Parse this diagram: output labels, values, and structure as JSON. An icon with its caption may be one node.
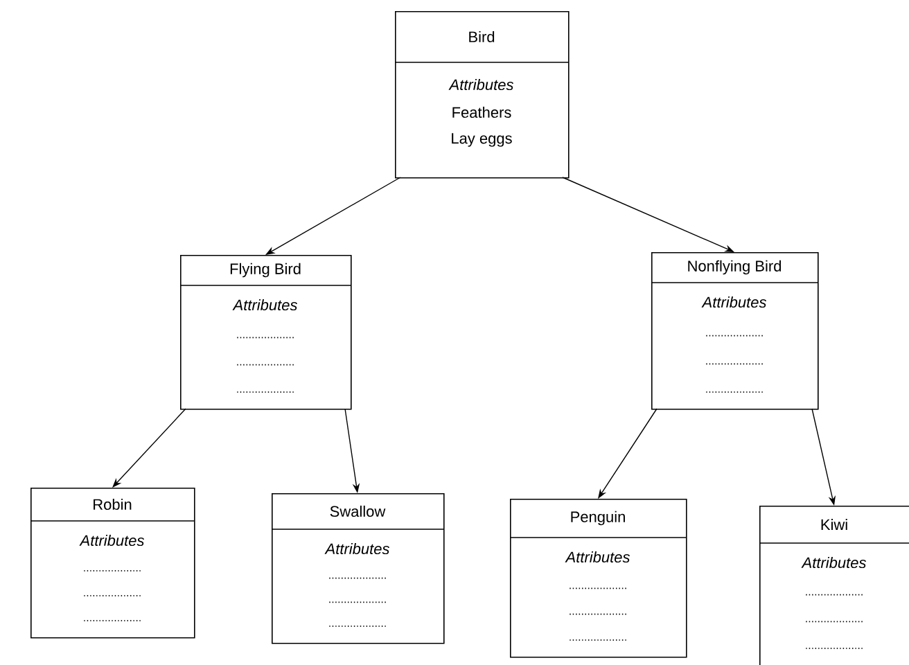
{
  "diagram": {
    "nodes": [
      {
        "text": [
          "Bird",
          "Attributes",
          "Feathers",
          "Lay eggs"
        ]
      },
      {
        "text": [
          "Flying Bird",
          "Attributes",
          "...................",
          "...................",
          "..................."
        ]
      },
      {
        "text": [
          "Nonflying Bird",
          "Attributes",
          "...................",
          "...................",
          "..................."
        ]
      },
      {
        "text": [
          "Robin",
          "Attributes",
          "...................",
          "...................",
          "..................."
        ]
      },
      {
        "text": [
          "Swallow",
          "Attributes",
          "...................",
          "...................",
          "..................."
        ]
      },
      {
        "text": [
          "Penguin",
          "Attributes",
          "...................",
          "...................",
          "..................."
        ]
      },
      {
        "text": [
          "Kiwi",
          "Attributes",
          "...................",
          "...................",
          "..................."
        ]
      }
    ],
    "edges": [
      {
        "from": 0,
        "to": 1,
        "arrow": "to"
      },
      {
        "from": 0,
        "to": 2,
        "arrow": "to"
      },
      {
        "from": 1,
        "to": 3,
        "arrow": "to"
      },
      {
        "from": 1,
        "to": 4,
        "arrow": "to"
      },
      {
        "from": 2,
        "to": 5,
        "arrow": "to"
      },
      {
        "from": 2,
        "to": 6,
        "arrow": "to"
      }
    ]
  }
}
